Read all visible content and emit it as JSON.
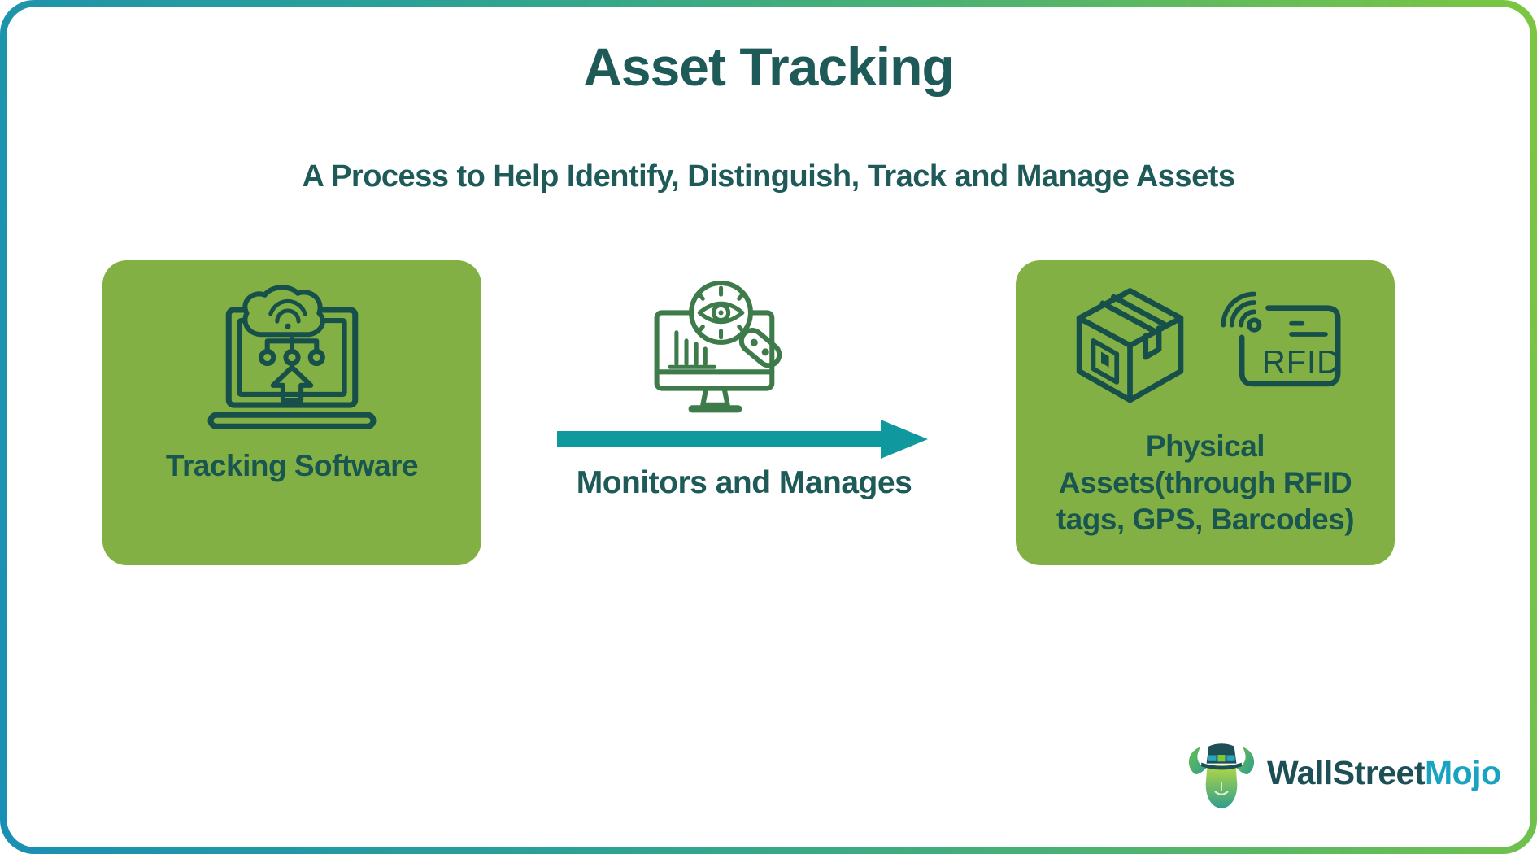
{
  "page": {
    "title": "Asset Tracking",
    "subtitle": "A Process to Help Identify, Distinguish, Track and Manage Assets"
  },
  "left_box": {
    "label": "Tracking Software",
    "icon": "laptop-cloud-upload-icon"
  },
  "middle": {
    "icon": "monitor-analytics-magnifier-eye-icon",
    "label": "Monitors and Manages"
  },
  "right_box": {
    "label_lines": {
      "0": "Physical",
      "1": "Assets(through RFID",
      "2": "tags, GPS, Barcodes)"
    },
    "rfid_text": "RFID",
    "icons": "package-qr-icon, rfid-tag-icon"
  },
  "logo": {
    "brand_primary": "WallStreet",
    "brand_secondary": "Mojo",
    "icon": "bull-mascot-icon"
  },
  "theme": {
    "box_green": "#83b044",
    "dark_teal_text": "#1e5b58",
    "icon_dark_teal": "#17504b",
    "icon_green": "#3e7b4a",
    "arrow_teal": "#0f999f",
    "border_gradient_start": "#1a8fb4",
    "border_gradient_end": "#7cc640",
    "logo_primary_color": "#1d4f57",
    "logo_secondary_color": "#17a3c1"
  }
}
